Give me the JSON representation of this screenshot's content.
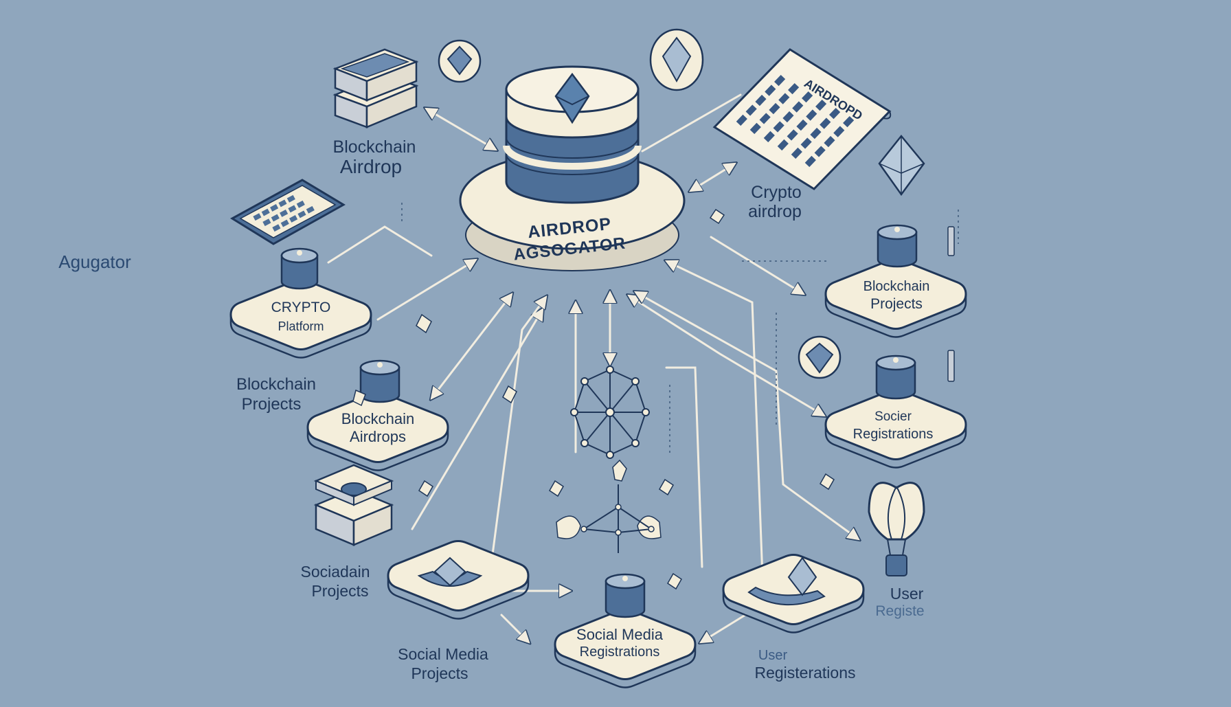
{
  "colors": {
    "background": "#8fa6bd",
    "ink": "#1f3658",
    "cream": "#f4eedb",
    "accent_blue": "#4d6f98",
    "arrow": "#f2ede0"
  },
  "hub": {
    "line1": "AIRDROP",
    "line2": "AGSOGATOR",
    "icon": "ethereum-diamond-icon"
  },
  "side_label": "Agugator",
  "document": {
    "title": "AIRDROPD"
  },
  "free_labels": {
    "blockchain_airdrop": [
      "Blockchain",
      "Airdrop"
    ],
    "crypto_airdrop": [
      "Crypto",
      "airdrop"
    ],
    "blockchain_projects_left": [
      "Blockchain",
      "Projects"
    ],
    "socialain_projects": [
      "Sociadain",
      "Projects"
    ],
    "social_media_projects": [
      "Social Media",
      "Projects"
    ],
    "user_registerations": [
      "User",
      "Registerations"
    ],
    "user_registe": [
      "User",
      "Registe"
    ]
  },
  "tiles": {
    "crypto_platform": [
      "CRYPTO",
      "Platform"
    ],
    "blockchain_airdrops": [
      "Blockchain",
      "Airdrops"
    ],
    "blockchain_projects_right": [
      "Blockchain",
      "Projects"
    ],
    "social_registrations": [
      "Socier",
      "Registrations"
    ],
    "social_media_registrations": [
      "Social Media",
      "Registrations"
    ]
  }
}
